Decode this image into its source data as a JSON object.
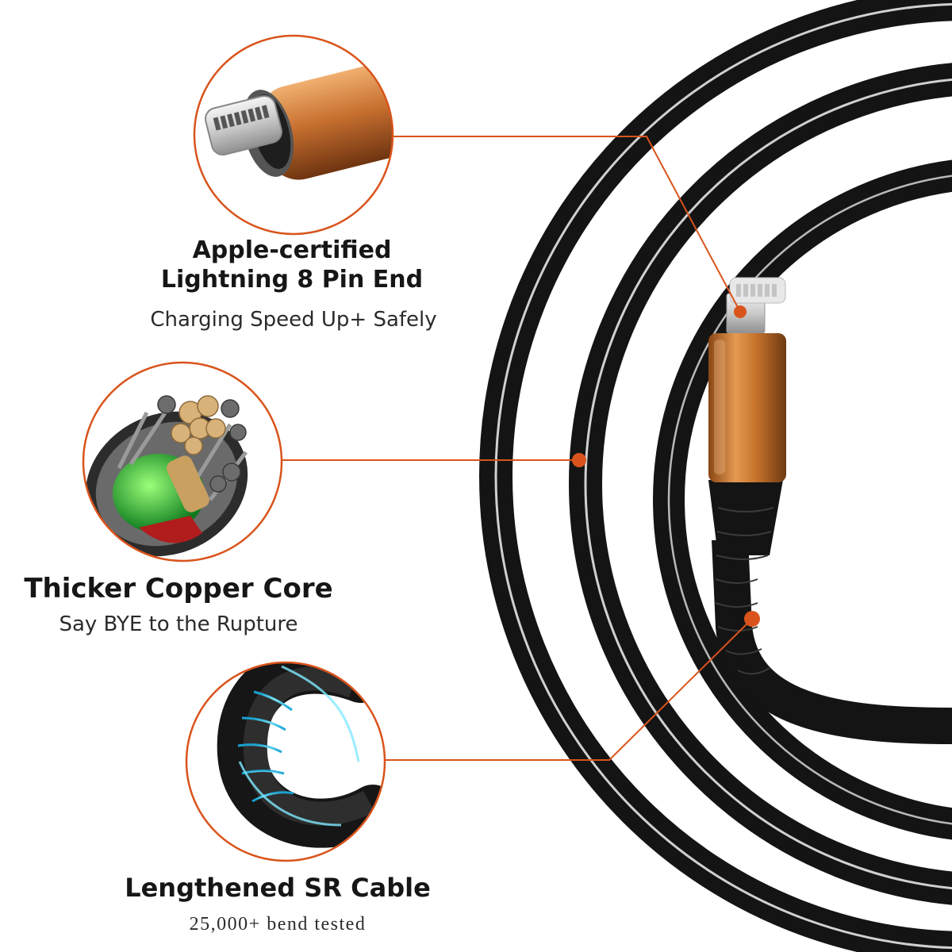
{
  "colors": {
    "accent": "#d9541c",
    "cable": "#141414",
    "cable_highlight": "#ffffff",
    "copper": "#c8742c",
    "background": "#ffffff"
  },
  "features": [
    {
      "id": "lightning-end",
      "title": "Apple-certified\nLightning 8 Pin End",
      "subtitle": "Charging Speed Up+ Safely",
      "icon": "lightning-connector-icon"
    },
    {
      "id": "copper-core",
      "title": "Thicker Copper Core",
      "subtitle": "Say BYE to the Rupture",
      "icon": "copper-core-icon"
    },
    {
      "id": "sr-cable",
      "title": "Lengthened SR Cable",
      "subtitle": "25,000+ bend tested",
      "icon": "bent-cable-icon"
    }
  ]
}
